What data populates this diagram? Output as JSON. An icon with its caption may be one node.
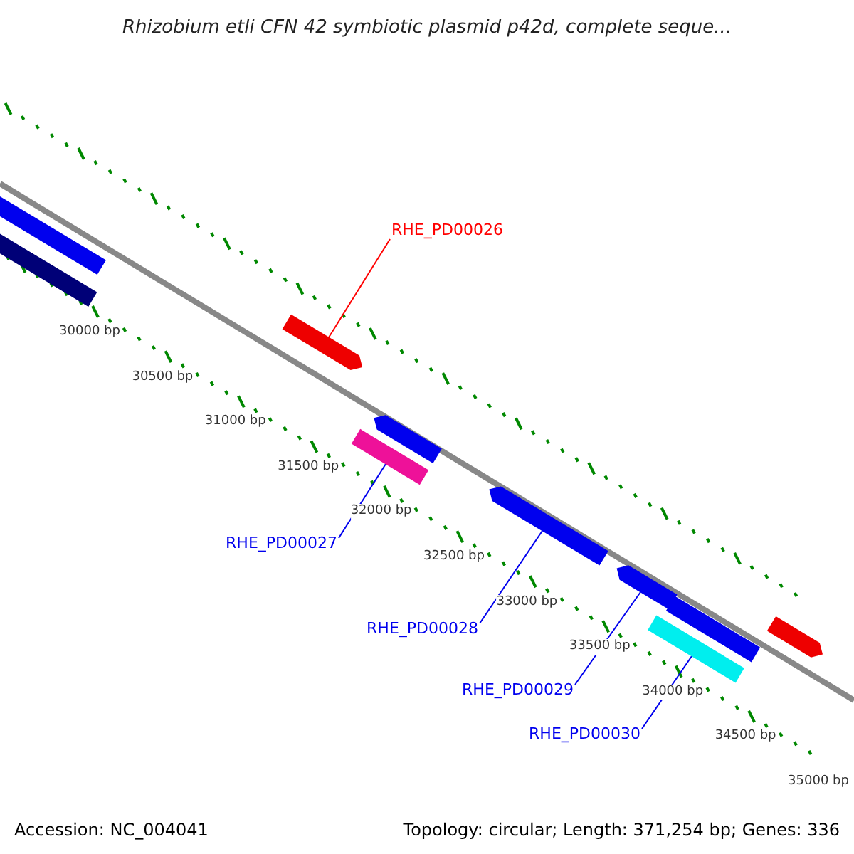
{
  "diagram": {
    "title": "Rhizobium etli CFN 42 symbiotic plasmid p42d, complete seque...",
    "nodes": [
      {
        "text": [],
        "shape": "bar"
      },
      {
        "text": [],
        "shape": "bar"
      },
      {
        "text": [],
        "shape": "bar"
      },
      {
        "text": [],
        "shape": "bar"
      },
      {
        "text": [],
        "shape": "bar"
      },
      {
        "text": [],
        "shape": "bar"
      },
      {
        "text": [],
        "shape": "bar"
      },
      {
        "text": [],
        "shape": "bar"
      },
      {
        "text": [],
        "shape": "bar"
      },
      {
        "text": [],
        "shape": "bar"
      },
      {
        "text": [
          "RHE_PD00026"
        ]
      },
      {
        "text": [
          "RHE_PD00027"
        ]
      },
      {
        "text": [
          "RHE_PD00028"
        ]
      },
      {
        "text": [
          "RHE_PD00029"
        ]
      },
      {
        "text": [
          "RHE_PD00030"
        ]
      }
    ],
    "edges": [
      {
        "from": 10,
        "to": 2,
        "arrow": "none",
        "color": "#ff0000"
      },
      {
        "from": 11,
        "to": 4,
        "arrow": "none"
      },
      {
        "from": 12,
        "to": 5,
        "arrow": "none"
      },
      {
        "from": 13,
        "to": 6,
        "arrow": "none"
      },
      {
        "from": 14,
        "to": 8,
        "arrow": "none"
      }
    ],
    "labels": [
      "30000 bp",
      "30500 bp",
      "31000 bp",
      "31500 bp",
      "32000 bp",
      "32500 bp",
      "33000 bp",
      "33500 bp",
      "34000 bp",
      "34500 bp",
      "35000 bp",
      "Accession: NC_004041",
      "Topology: circular; Length: 371,254 bp; Genes: 336"
    ]
  }
}
